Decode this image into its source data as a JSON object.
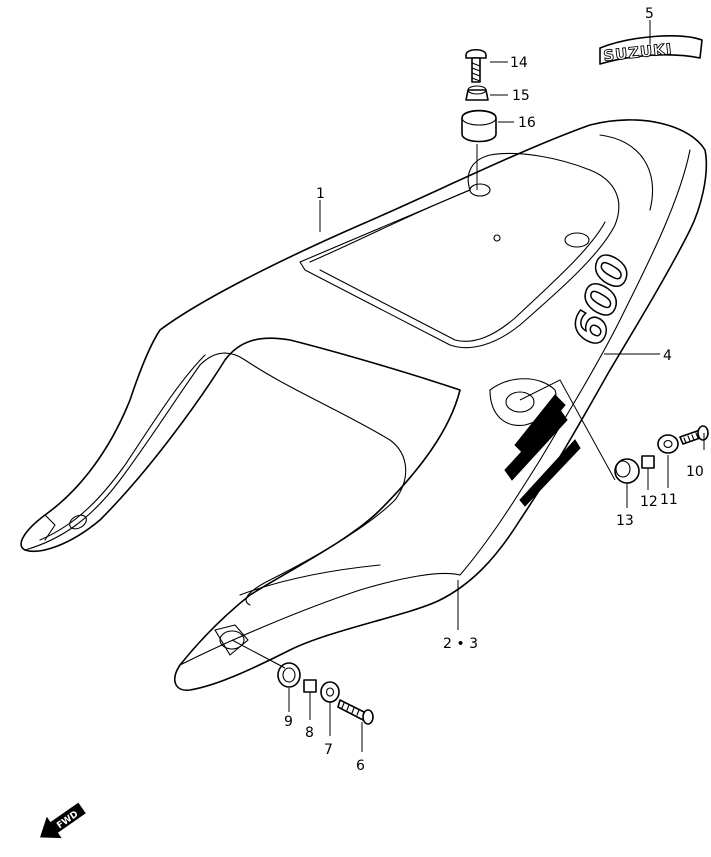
{
  "callouts": {
    "c1": "1",
    "c23": "2 • 3",
    "c4": "4",
    "c5": "5",
    "c6": "6",
    "c7": "7",
    "c8": "8",
    "c9": "9",
    "c10": "10",
    "c11": "11",
    "c12": "12",
    "c13": "13",
    "c14": "14",
    "c15": "15",
    "c16": "16"
  },
  "emblem": {
    "brand_text": "SUZUKI",
    "model_text": "600"
  },
  "direction": {
    "label": "FWD",
    "icon": "fwd-arrow-icon"
  }
}
